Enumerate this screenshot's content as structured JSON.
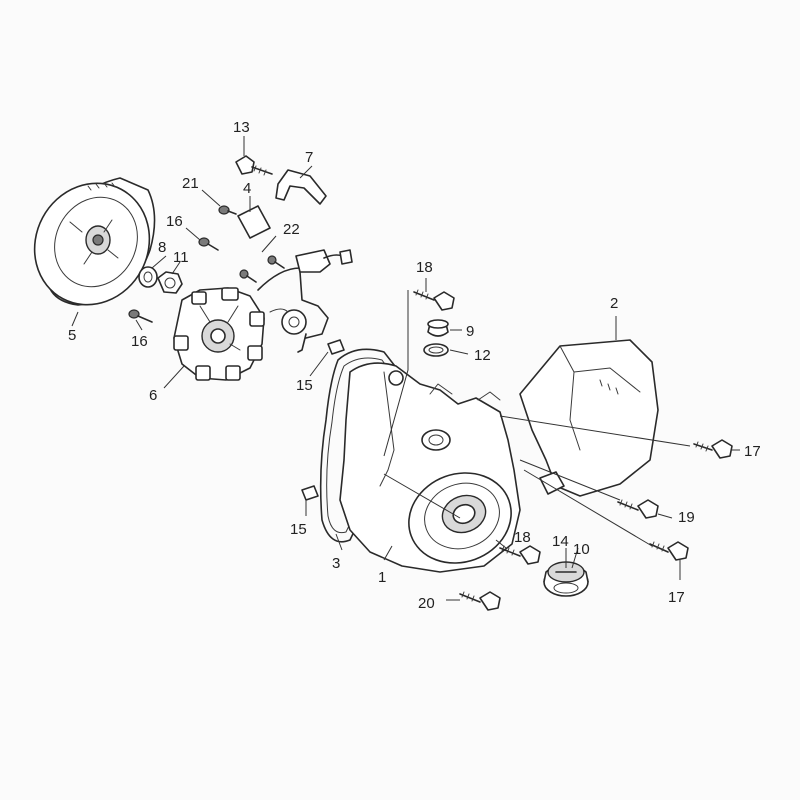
{
  "callouts": [
    "1",
    "2",
    "3",
    "4",
    "5",
    "6",
    "7",
    "8",
    "9",
    "10",
    "11",
    "12",
    "13",
    "14",
    "15",
    "15",
    "16",
    "16",
    "17",
    "17",
    "18",
    "18",
    "19",
    "20",
    "21",
    "22"
  ],
  "colors": {
    "line": "#2a2a2a",
    "background": "#fbfbfb"
  }
}
